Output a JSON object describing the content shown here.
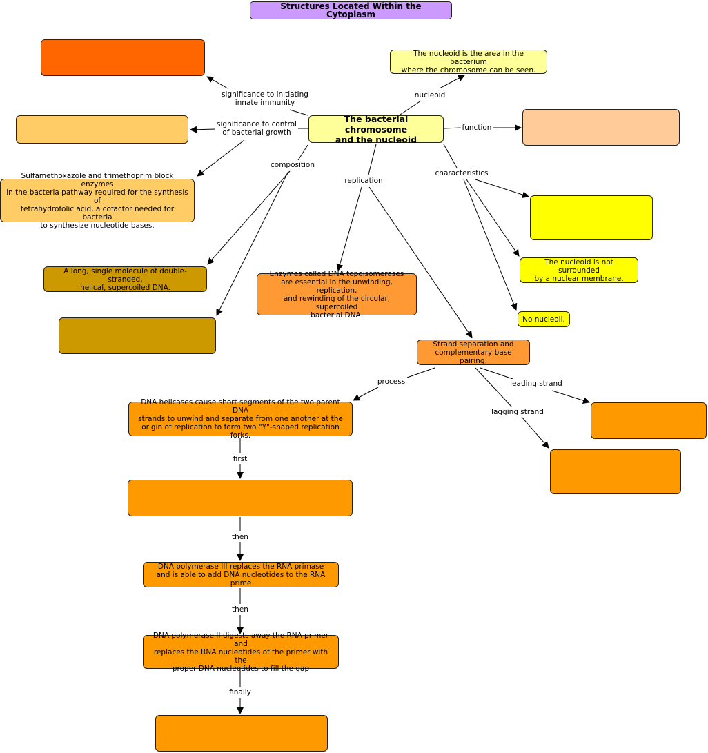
{
  "title": "Structures Located Within the Cytoplasm",
  "colors": {
    "title": "#cc99ff",
    "central": "#ffff99",
    "orange_red": "#ff6600",
    "light_orange": "#ffcc66",
    "peach": "#ffcc99",
    "yellow": "#ffff00",
    "light_yellow": "#ffff99",
    "gold": "#cc9900",
    "orange": "#ff9933",
    "orange2": "#ff9900"
  },
  "nodes": {
    "central": "The bacterial chromosome\nand the nucleoid",
    "nucleoid_def": "The nucleoid is the area in the bacterium\nwhere the chromosome can be seen.",
    "innate_box": "",
    "growth_box": "",
    "sulfa": "Sulfamethoxazole and trimethoprim block enzymes\nin the bacteria pathway required for the synthesis of\ntetrahydrofolic acid, a cofactor needed for bacteria\nto synthesize nucleotide bases.",
    "function_box": "",
    "char_box": "",
    "no_membrane": "The nucleoid is not surrounded\nby a nuclear membrane.",
    "no_nucleoli": "No nucleoli.",
    "single_molecule": "A long, single molecule of double-stranded,\nhelical, supercoiled DNA.",
    "composition_box": "",
    "topoisomerases": "Enzymes called DNA topoisomerases\nare essential in the unwinding, replication,\nand rewinding of the circular, supercoiled\nbacterial DNA.",
    "strand_sep": "Strand separation and\ncomplementary base pairing.",
    "helicases": "DNA helicases cause short segments of the two parent DNA\nstrands to unwind and separate from one another at the\norigin of replication to form two \"Y\"-shaped replication forks.",
    "leading_box": "",
    "lagging_box": "",
    "first_box": "",
    "pol3": "DNA polymerase III replaces the RNA primase\nand is able to add DNA nucleotides to the RNA prime",
    "pol2": "DNA polymerase II digests away the RNA primer and\nreplaces the RNA nucleotides of the primer with the\nproper DNA nucleotides to fill the gap",
    "final_box": ""
  },
  "labels": {
    "innate": "significance to initiating\ninnate immunity",
    "growth": "significance to control\nof bacterial growth",
    "nucleoid": "nucleoid",
    "function": "function",
    "composition": "composition",
    "replication": "replication",
    "characteristics": "characteristics",
    "process": "process",
    "leading": "leading strand",
    "lagging": "lagging strand",
    "first": "first",
    "then1": "then",
    "then2": "then",
    "finally": "finally"
  }
}
